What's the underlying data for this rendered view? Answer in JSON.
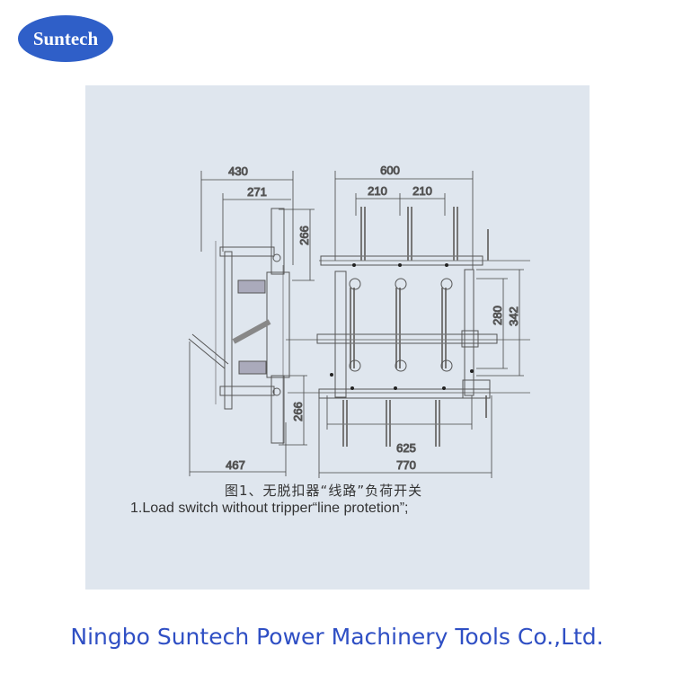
{
  "logo": {
    "text": "Suntech",
    "color": "#2f5fc8"
  },
  "drawing": {
    "dimensions": {
      "side_width_top": "430",
      "side_inner_top": "271",
      "side_upper_height": "266",
      "side_lower_height": "266",
      "side_width_bottom": "467",
      "front_width_top": "600",
      "pole_spacing_1": "210",
      "pole_spacing_2": "210",
      "front_height_inner": "280",
      "front_height_outer": "342",
      "front_width_inner": "625",
      "front_width_bottom": "770"
    },
    "caption_cn": "图1、无脱扣器“线路”负荷开关",
    "caption_en": "1.Load switch without tripper“line protetion”;"
  },
  "footer": {
    "company": "Ningbo Suntech Power Machinery Tools Co.,Ltd.",
    "color": "#2f4fc4"
  }
}
